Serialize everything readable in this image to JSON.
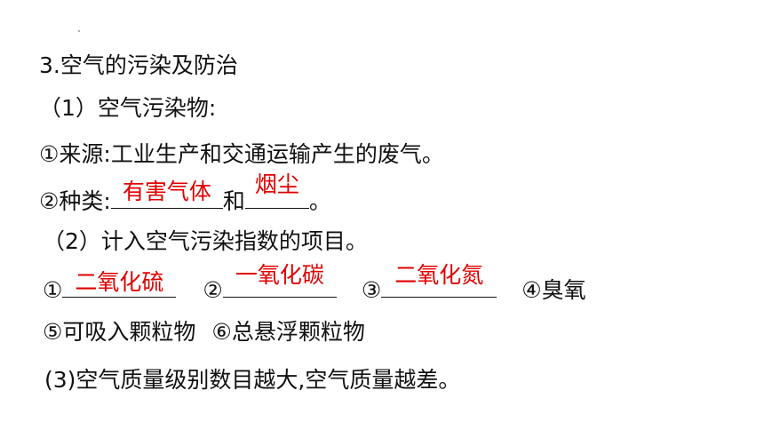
{
  "heading": "3.空气的污染及防治",
  "sub1": "（1）空气污染物:",
  "source": "①来源:工业生产和交通运输产生的废气。",
  "kinds": {
    "prefix": "②种类:",
    "answer1": "有害气体",
    "middle": "和",
    "answer2": "烟尘",
    "suffix": "。"
  },
  "sub2": "（2）计入空气污染指数的项目。",
  "items": {
    "n1": "①",
    "a1": "二氧化硫",
    "n2": "②",
    "a2": "一氧化碳",
    "n3": "③",
    "a3": "二氧化氮",
    "item4": "④臭氧"
  },
  "items2": {
    "item5": "⑤可吸入颗粒物",
    "item6": "⑥总悬浮颗粒物"
  },
  "sub3": "(3)空气质量级别数目越大,空气质量越差。",
  "colors": {
    "answer": "#e00000",
    "text": "#111111"
  }
}
